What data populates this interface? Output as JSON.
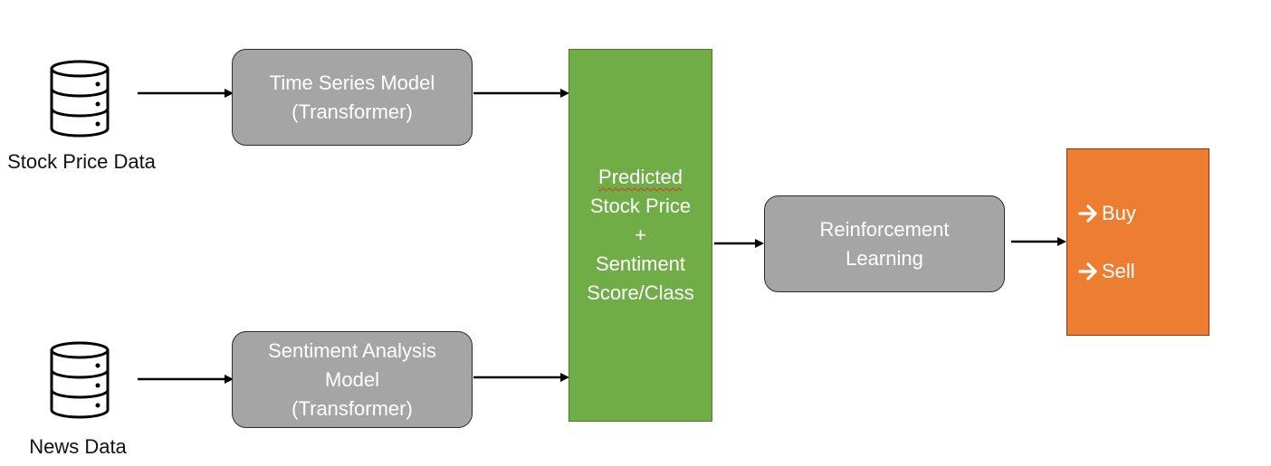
{
  "sources": {
    "stock": {
      "label": "Stock Price Data",
      "icon": "database-icon"
    },
    "news": {
      "label": "News Data",
      "icon": "database-icon"
    }
  },
  "models": {
    "time_series": {
      "line1": "Time Series Model",
      "line2": "(Transformer)"
    },
    "sentiment": {
      "line1": "Sentiment Analysis",
      "line2": "Model",
      "line3": "(Transformer)"
    }
  },
  "combined": {
    "line1": "Predicted",
    "line2": "Stock Price",
    "line3": "+",
    "line4": "Sentiment",
    "line5": "Score/Class"
  },
  "rl": {
    "line1": "Reinforcement",
    "line2": "Learning"
  },
  "actions": [
    {
      "label": "Buy",
      "icon": "arrow-right-icon"
    },
    {
      "label": "Sell",
      "icon": "arrow-right-icon"
    }
  ],
  "colors": {
    "model_box": "#a5a5a5",
    "combined_box": "#70ad47",
    "action_box": "#ed7d31",
    "text_on_box": "#ffffff"
  }
}
